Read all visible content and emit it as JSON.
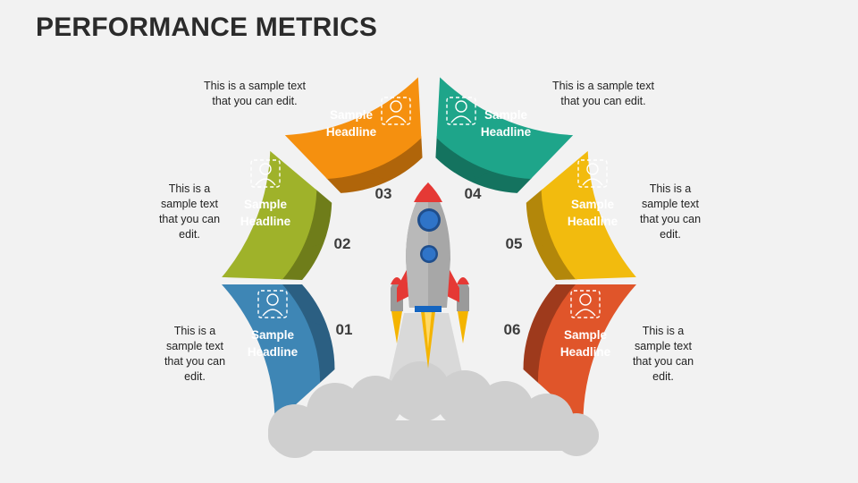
{
  "title": "PERFORMANCE METRICS",
  "segments": [
    {
      "number": "01",
      "headline": [
        "Sample",
        "Headline"
      ],
      "description": [
        "This is a",
        "sample text",
        "that you can",
        "edit."
      ],
      "color": "#3e86b5",
      "shadow": "#2b5f82",
      "icon": "plant-head-icon"
    },
    {
      "number": "02",
      "headline": [
        "Sample",
        "Headline"
      ],
      "description": [
        "This is a",
        "sample text",
        "that you can",
        "edit."
      ],
      "color": "#9fb22a",
      "shadow": "#6f7d1a",
      "icon": "presenter-board-icon"
    },
    {
      "number": "03",
      "headline": [
        "Sample",
        "Headline"
      ],
      "description": [
        "This is a sample text",
        "that you can edit."
      ],
      "color": "#f5900f",
      "shadow": "#b0650a",
      "icon": "team-network-icon"
    },
    {
      "number": "04",
      "headline": [
        "Sample",
        "Headline"
      ],
      "description": [
        "This is a sample text",
        "that you can edit."
      ],
      "color": "#1ea58a",
      "shadow": "#14735f",
      "icon": "rocket-growth-icon"
    },
    {
      "number": "05",
      "headline": [
        "Sample",
        "Headline"
      ],
      "description": [
        "This is a",
        "sample text",
        "that you can",
        "edit."
      ],
      "color": "#f2bb0e",
      "shadow": "#b3870a",
      "icon": "cloud-documents-icon"
    },
    {
      "number": "06",
      "headline": [
        "Sample",
        "Headline"
      ],
      "description": [
        "This is a",
        "sample text",
        "that you can",
        "edit."
      ],
      "color": "#e0552a",
      "shadow": "#9e3a1c",
      "icon": "person-network-icon"
    }
  ]
}
